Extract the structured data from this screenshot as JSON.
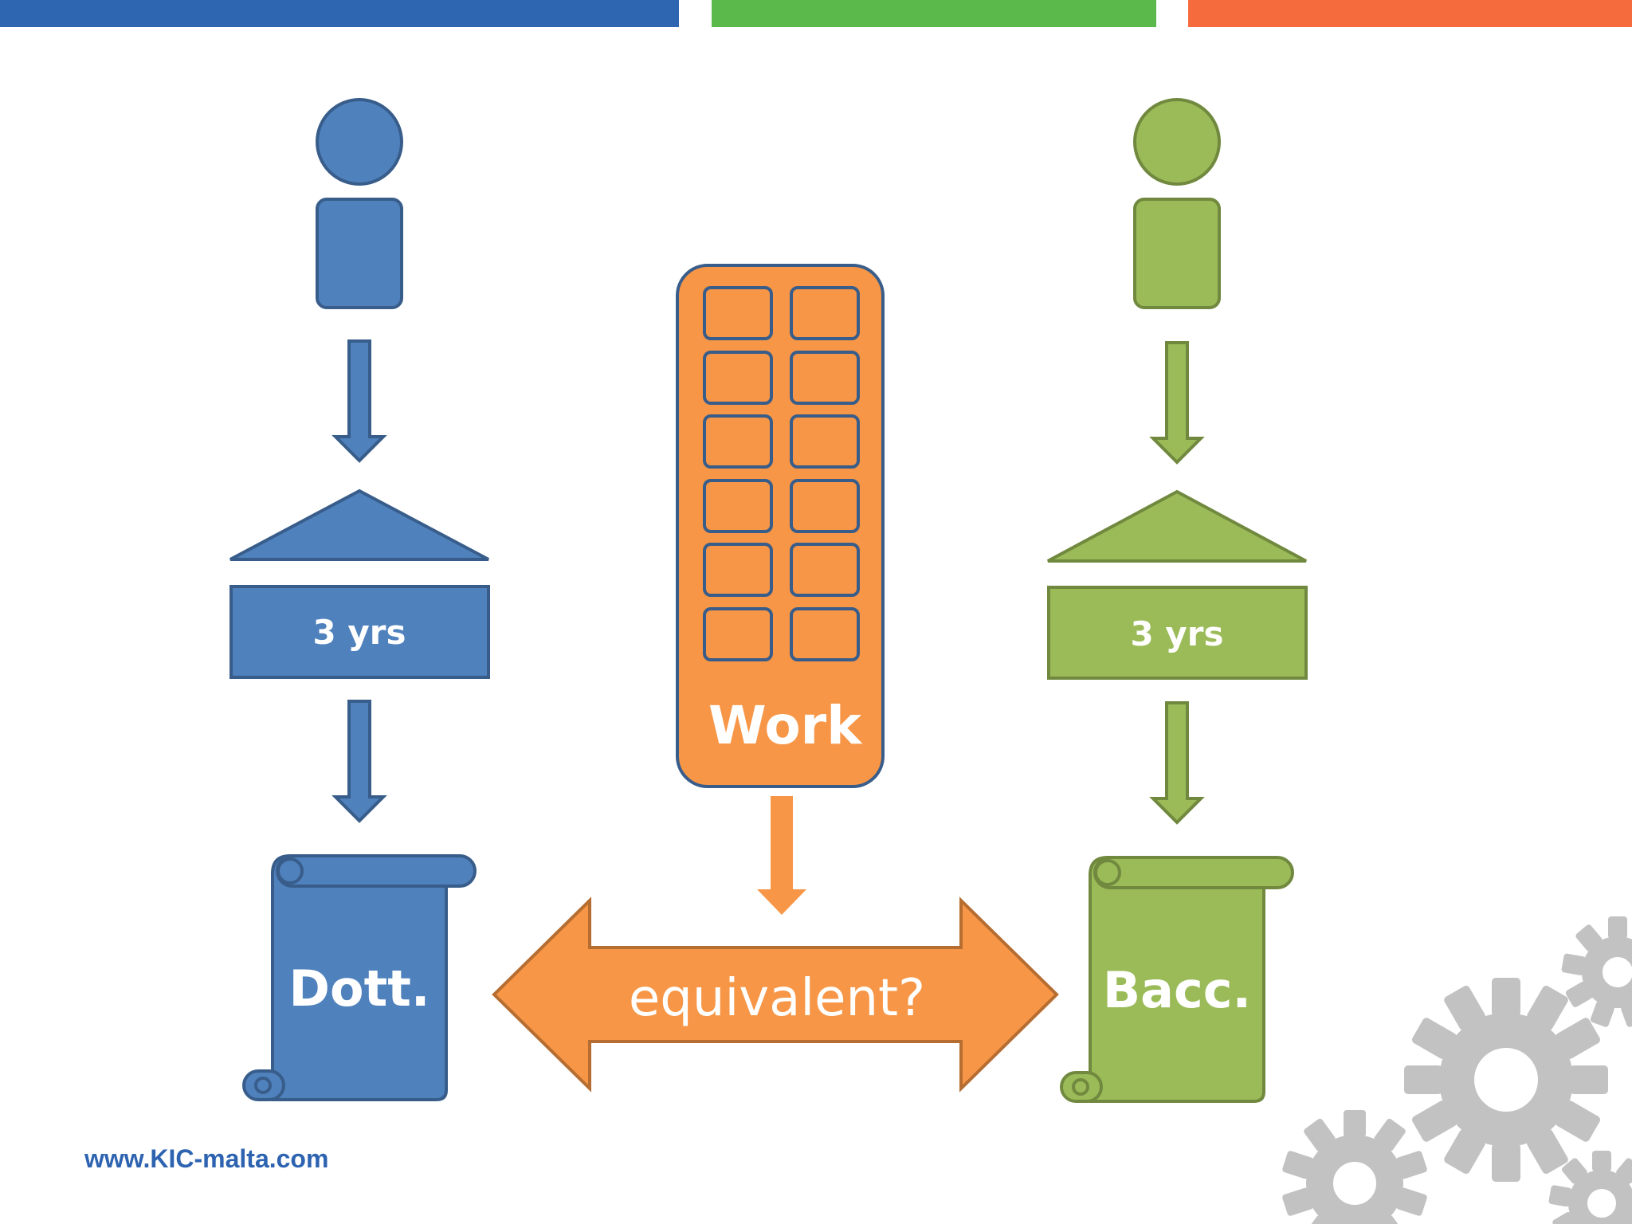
{
  "colors": {
    "blue": "#4f81bd",
    "blue_border": "#385d8a",
    "green": "#9bbb59",
    "green_border": "#71893f",
    "orange": "#f79646",
    "orange_border": "#b66d31",
    "bar_blue": "#2e66b2",
    "bar_green": "#5bb84b",
    "bar_orange": "#f66b3d",
    "gear": "#c2c2c2"
  },
  "left_path": {
    "icon": "person-icon",
    "duration_label": "3 yrs",
    "degree_label": "Dott."
  },
  "right_path": {
    "icon": "person-icon",
    "duration_label": "3 yrs",
    "degree_label": "Bacc."
  },
  "center": {
    "icon": "building-icon",
    "work_label": "Work",
    "comparison_label": "equivalent?"
  },
  "footer": {
    "url": "www.KIC-malta.com",
    "decoration": "gears-icon"
  }
}
